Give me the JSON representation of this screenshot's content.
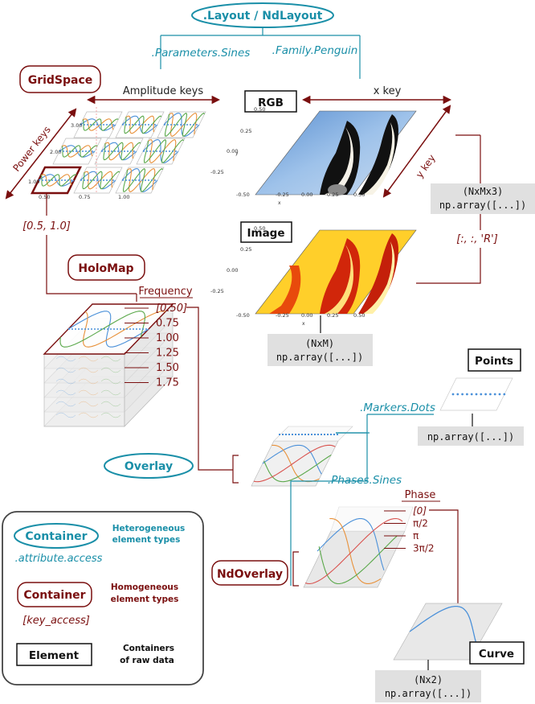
{
  "containers": {
    "layout": ".Layout / NdLayout",
    "gridspace": "GridSpace",
    "holomap": "HoloMap",
    "overlay": "Overlay",
    "ndoverlay": "NdOverlay"
  },
  "elements": {
    "rgb": "RGB",
    "image": "Image",
    "points": "Points",
    "curve": "Curve"
  },
  "attribute_access": {
    "parameters_sines": ".Parameters.Sines",
    "family_penguin": ".Family.Penguin",
    "markers_dots": ".Markers.Dots",
    "phases_sines": ".Phases.Sines"
  },
  "key_labels": {
    "amplitude": "Amplitude keys",
    "power": "Power keys",
    "x_key": "x key",
    "y_key": "y key",
    "grid_index": "[0.5, 1.0]",
    "rgb_index": "[:, :, 'R']",
    "frequency": "Frequency",
    "phase": "Phase"
  },
  "frequency_values": [
    "[0.50]",
    "0.75",
    "1.00",
    "1.25",
    "1.50",
    "1.75"
  ],
  "phase_values": [
    "[0]",
    "π/2",
    "π",
    "3π/2"
  ],
  "gridspace_ticks": {
    "power": [
      "3.00",
      "2.00",
      "1.00"
    ],
    "amplitude": [
      "0.50",
      "0.75",
      "1.00"
    ]
  },
  "axis_ticks": {
    "rgb_y": [
      "0.50",
      "0.25",
      "0.00",
      "-0.25",
      "-0.50"
    ],
    "rgb_x": [
      "-0.25",
      "0.00",
      "0.25",
      "0.50"
    ],
    "image_y": [
      "0.50",
      "0.25",
      "0.00",
      "-0.25",
      "-0.50"
    ],
    "image_x": [
      "-0.25",
      "0.00",
      "0.25",
      "0.50"
    ]
  },
  "axis_labels": {
    "x": "x",
    "y": "y"
  },
  "data_shapes": {
    "rgb_shape": "(NxMx3)",
    "rgb_code": "np.array([...])",
    "image_shape": "(NxM)",
    "image_code": "np.array([...])",
    "points_code": "np.array([...])",
    "curve_shape": "(Nx2)",
    "curve_code": "np.array([...])"
  },
  "legend": {
    "container": "Container",
    "heterogeneous": "Heterogeneous",
    "heterogeneous_2": "element types",
    "attribute_access": ".attribute.access",
    "container_2": "Container",
    "homogeneous": "Homogeneous",
    "homogeneous_2": "element types",
    "key_access": "[key_access]",
    "element": "Element",
    "raw_1": "Containers",
    "raw_2": "of raw data"
  },
  "colors": {
    "teal": "#1a8fa8",
    "darkred": "#7a0f0f",
    "grey_box": "#e0e0e0",
    "sine_blue": "#4a90d9",
    "sine_orange": "#e8913a",
    "sine_green": "#5aa84a",
    "sine_red": "#d9534f"
  }
}
